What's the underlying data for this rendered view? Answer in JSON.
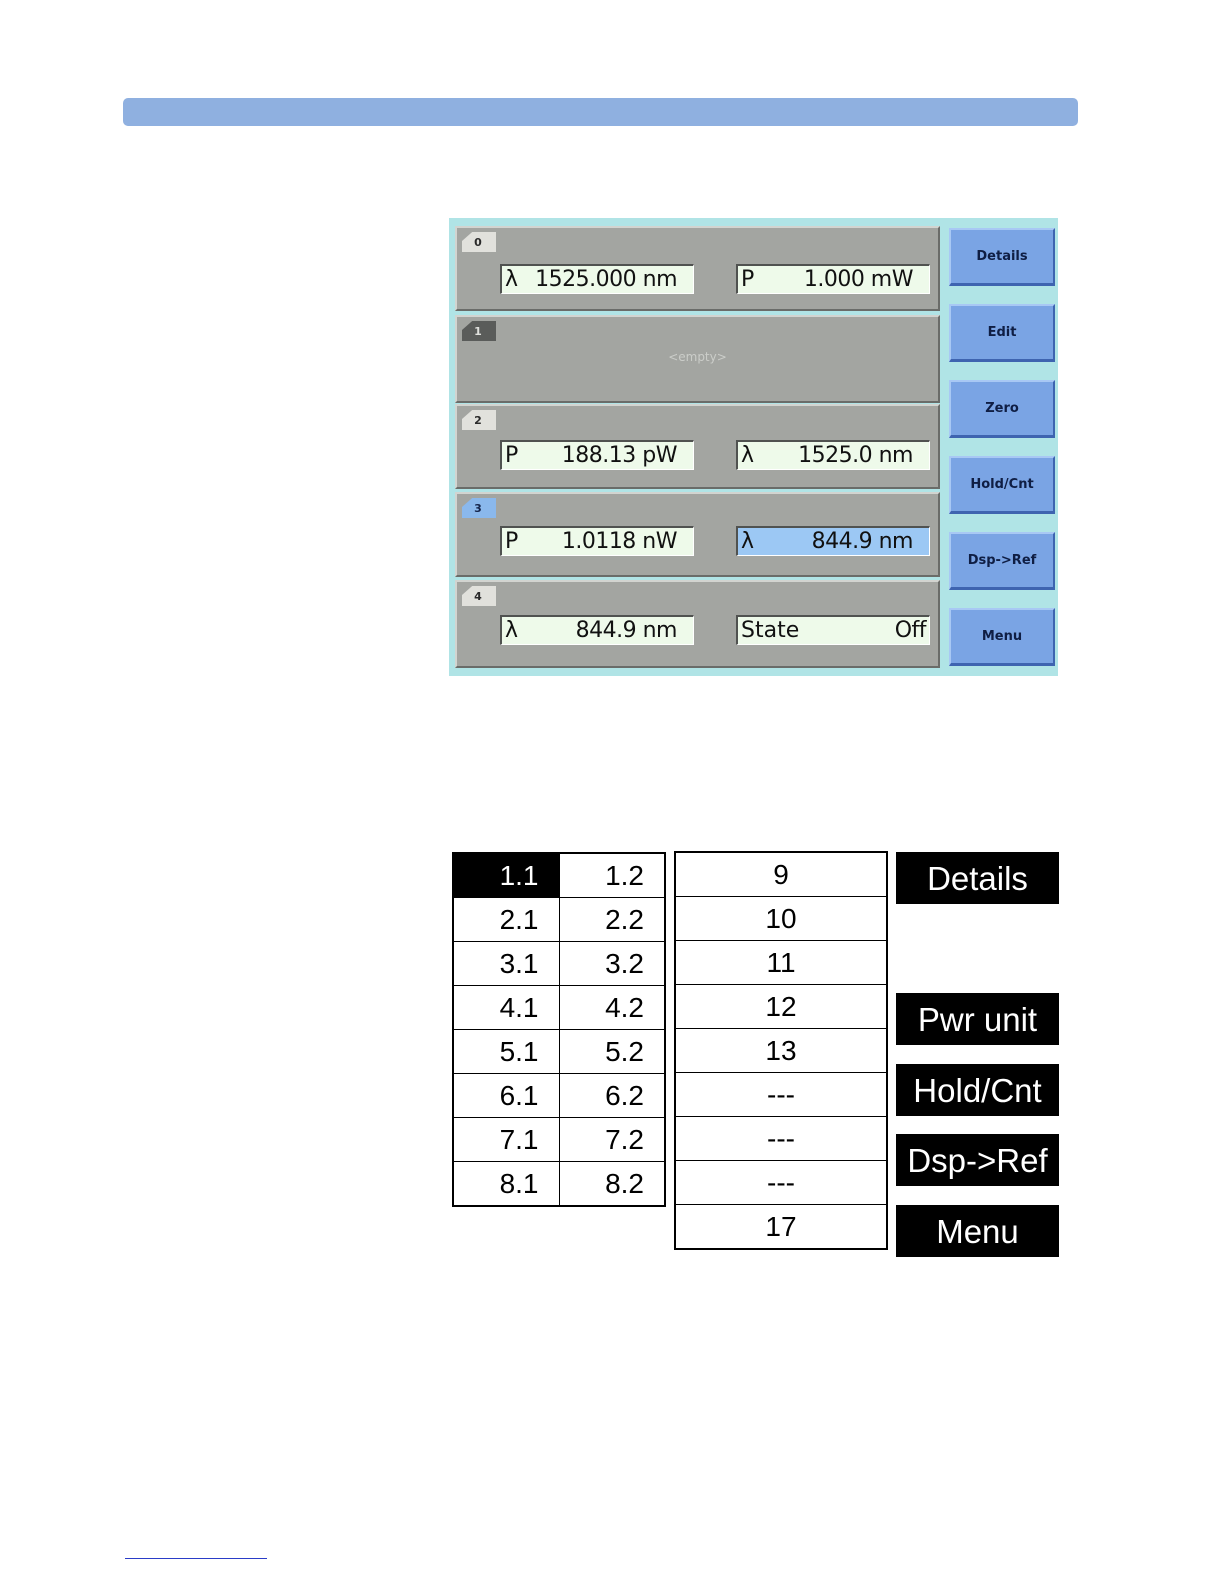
{
  "screen": {
    "slots": [
      {
        "tab": "0",
        "left": {
          "label": "λ",
          "value": "1525.000 nm"
        },
        "right": {
          "label": "P",
          "value": "1.000 mW"
        }
      },
      {
        "tab": "1",
        "empty": "<empty>"
      },
      {
        "tab": "2",
        "left": {
          "label": "P",
          "value": "188.13 pW"
        },
        "right": {
          "label": "λ",
          "value": "1525.0 nm"
        }
      },
      {
        "tab": "3",
        "left": {
          "label": "P",
          "value": "1.0118 nW"
        },
        "right": {
          "label": "λ",
          "value": "844.9 nm"
        }
      },
      {
        "tab": "4",
        "left": {
          "label": "λ",
          "value": "844.9 nm"
        },
        "right": {
          "label": "State",
          "value": "Off"
        }
      }
    ],
    "softkeys": [
      "Details",
      "Edit",
      "Zero",
      "Hold/Cnt",
      "Dsp->Ref",
      "Menu"
    ]
  },
  "schematic": {
    "grid_a": [
      [
        "1.1",
        "1.2"
      ],
      [
        "2.1",
        "2.2"
      ],
      [
        "3.1",
        "3.2"
      ],
      [
        "4.1",
        "4.2"
      ],
      [
        "5.1",
        "5.2"
      ],
      [
        "6.1",
        "6.2"
      ],
      [
        "7.1",
        "7.2"
      ],
      [
        "8.1",
        "8.2"
      ]
    ],
    "grid_b": [
      "9",
      "10",
      "11",
      "12",
      "13",
      "---",
      "---",
      "---",
      "17"
    ],
    "softkeys": [
      "Details",
      "Pwr unit",
      "Hold/Cnt",
      "Dsp->Ref",
      "Menu"
    ]
  },
  "colors": {
    "banner": "#8fb0e0",
    "screen_bg": "#b0e4e6",
    "slot_bg": "#a3a5a1",
    "field_bg": "#eefaea",
    "highlight": "#9cc8f4",
    "softkey": "#7aa4e4"
  }
}
